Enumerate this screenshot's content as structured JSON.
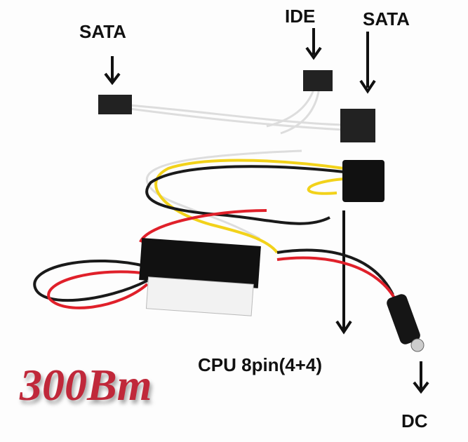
{
  "labels": {
    "sata_left": "SATA",
    "ide": "IDE",
    "sata_right": "SATA",
    "cpu": "CPU 8pin(4+4)",
    "dc": "DC"
  },
  "brand": "300Bm",
  "colors": {
    "red_wire": "#e0202a",
    "yellow_wire": "#f2d21a",
    "black_wire": "#1a1a1a",
    "brand": "#c0283a"
  }
}
